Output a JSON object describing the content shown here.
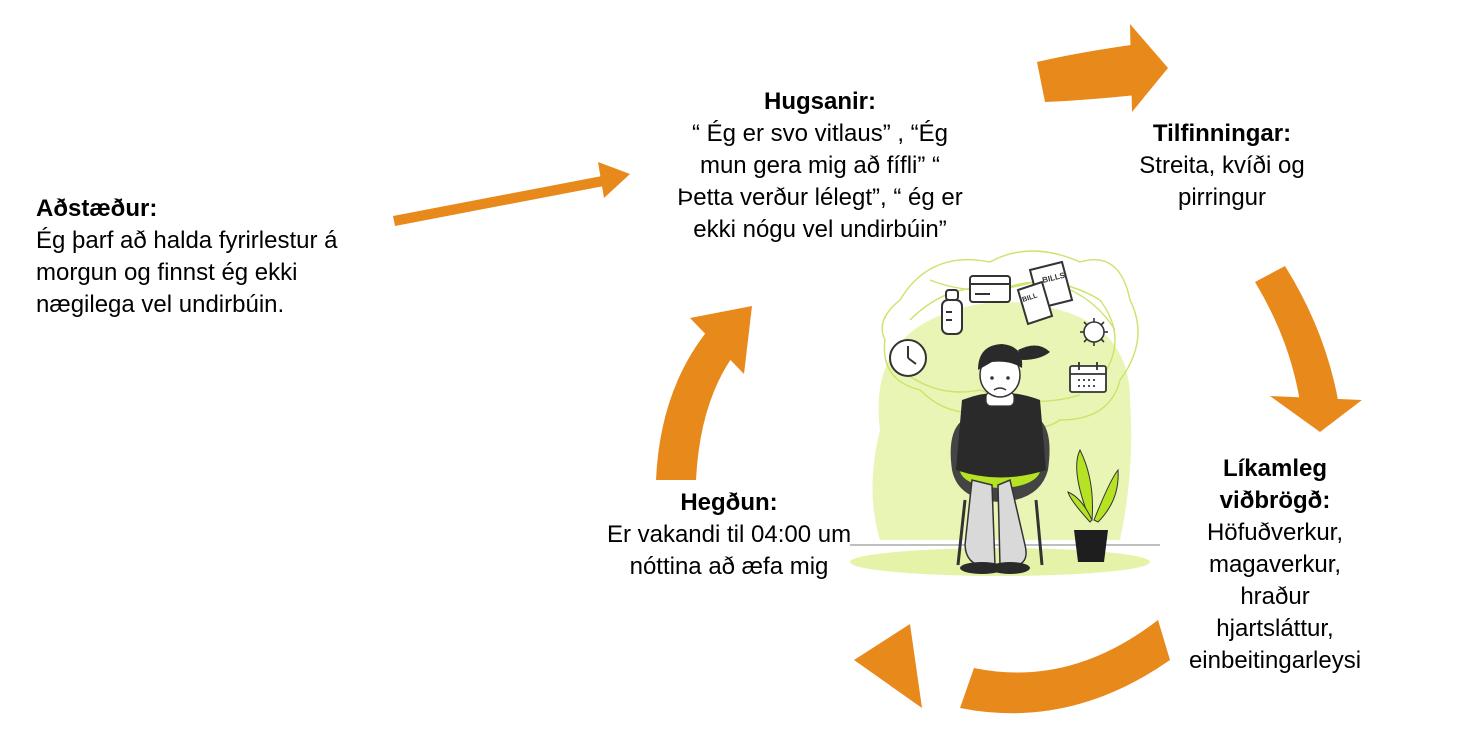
{
  "colors": {
    "arrow": "#E8891C",
    "accent_green": "#D4EC7A",
    "accent_lime": "#B5E324",
    "ink": "#2A2A2A"
  },
  "situation": {
    "title": "Aðstæður:",
    "body": "Ég þarf að halda fyrirlestur á\nmorgun og finnst ég ekki\nnægilega vel undirbúin."
  },
  "thoughts": {
    "title": "Hugsanir:",
    "body": "“ Ég er svo vitlaus” , “Ég\nmun gera mig að fífli” “\nÞetta verður lélegt”, “ ég er\nekki nógu vel undirbúin”"
  },
  "feelings": {
    "title": "Tilfinningar:",
    "body": "Streita, kvíði og\npirringur"
  },
  "physical": {
    "title": "Líkamleg\nviðbrögð:",
    "body": "Höfuðverkur,\nmagaverkur,\nhraður\nhjartsláttur,\neinbeitingarleysi"
  },
  "behavior": {
    "title": "Hegðun:",
    "body": "Er vakandi til 04:00 um\nnóttina að æfa mig"
  },
  "illustration": {
    "bills_label": "BILLS",
    "bill_label": "BILL",
    "icons": [
      "clock-icon",
      "baby-bottle-icon",
      "credit-card-icon",
      "bills-icon",
      "virus-icon",
      "calendar-icon",
      "plant-icon",
      "chair-icon"
    ]
  }
}
